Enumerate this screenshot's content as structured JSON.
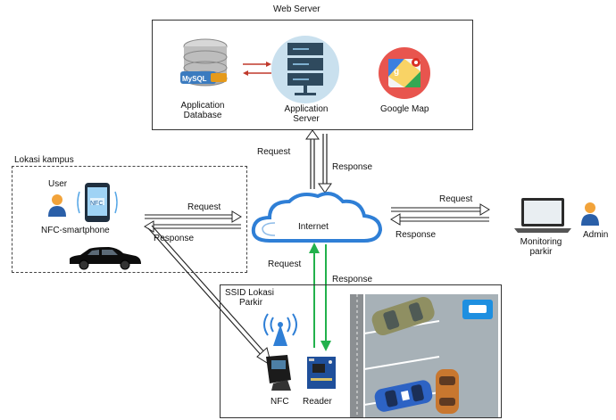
{
  "web_server": {
    "title": "Web Server",
    "app_database_line1": "Application",
    "app_database_line2": "Database",
    "app_server_line1": "Application",
    "app_server_line2": "Server",
    "google_map": "Google Map",
    "mysql_badge": "MySQL"
  },
  "campus": {
    "title": "Lokasi kampus",
    "user": "User",
    "nfc_smartphone": "NFC-smartphone",
    "nfc_tag": "NFC"
  },
  "internet": "Internet",
  "links": {
    "server_request": "Request",
    "server_response": "Response",
    "campus_request": "Request",
    "campus_response": "Response",
    "monitor_request": "Request",
    "monitor_response": "Response",
    "parking_request": "Request",
    "parking_response": "Response"
  },
  "monitoring": {
    "label_line1": "Monitoring",
    "label_line2": "parkir",
    "admin": "Admin"
  },
  "parking": {
    "title_line1": "SSID Lokasi",
    "title_line2": "Parkir",
    "nfc": "NFC",
    "reader": "Reader"
  },
  "colors": {
    "cloud_blue": "#2f7fd6",
    "response_green": "#22b14c",
    "db_red_arrow": "#c0392b"
  }
}
